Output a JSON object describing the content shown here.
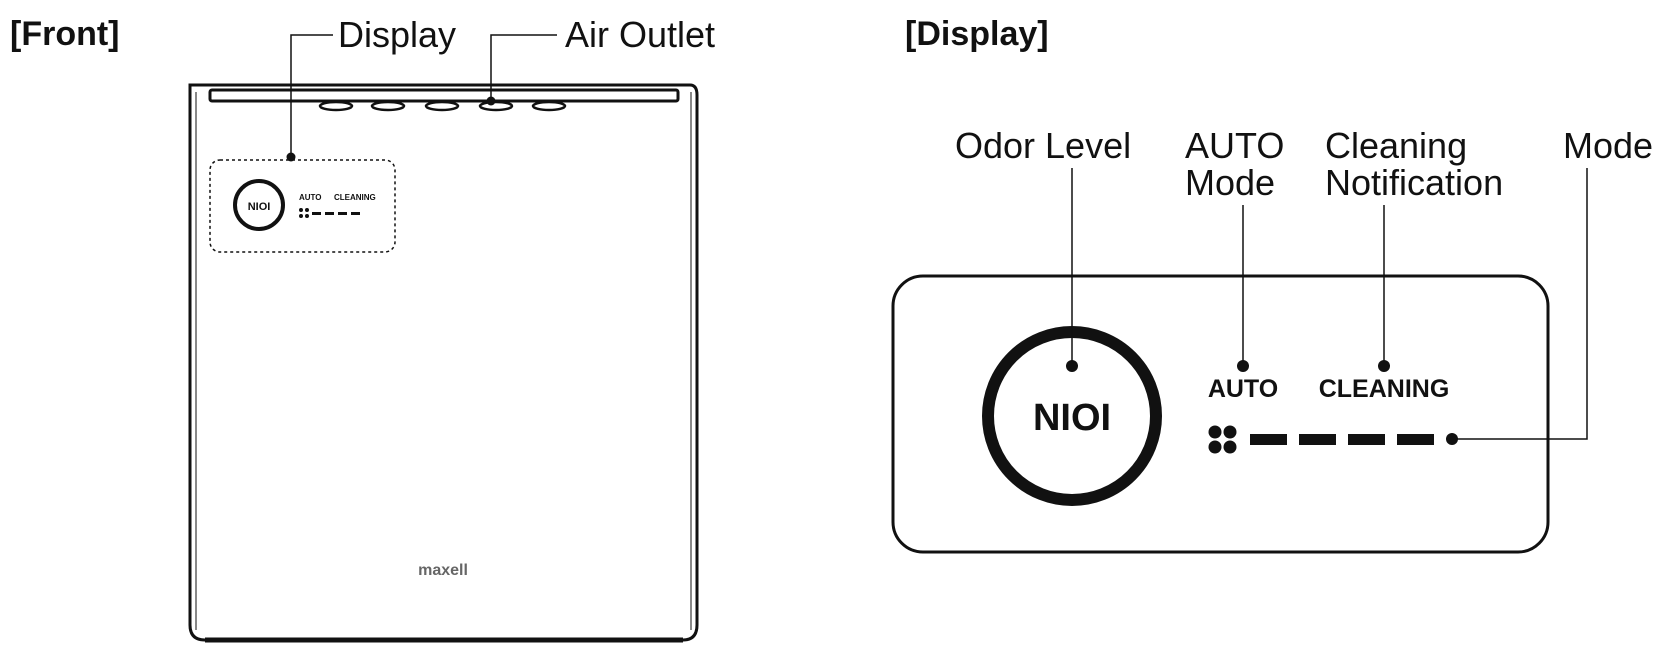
{
  "front": {
    "header": "[Front]",
    "label_display": "Display",
    "label_air_outlet": "Air Outlet",
    "mini_display": {
      "niol": "NIOI",
      "auto": "AUTO",
      "cleaning": "CLEANING"
    },
    "brand": "maxell"
  },
  "display": {
    "header": "[Display]",
    "callouts": {
      "odor_level": "Odor Level",
      "auto_mode_line1": "AUTO",
      "auto_mode_line2": "Mode",
      "cleaning_line1": "Cleaning",
      "cleaning_line2": "Notification",
      "mode": "Mode"
    },
    "panel": {
      "niol": "NIOI",
      "auto": "AUTO",
      "cleaning": "CLEANING"
    }
  }
}
